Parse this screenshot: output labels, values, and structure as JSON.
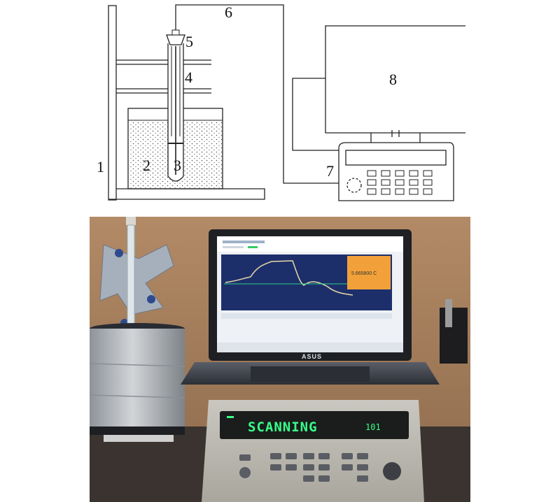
{
  "schematic": {
    "labels": {
      "l1": "1",
      "l2": "2",
      "l3": "3",
      "l4": "4",
      "l5": "5",
      "l6": "6",
      "l7": "7",
      "l8": "8"
    }
  },
  "photo": {
    "multimeter_display": "SCANNING",
    "multimeter_channel": "101",
    "laptop_brand": "ASUS",
    "screen_value": "5.665800 C"
  },
  "colors": {
    "display_green": "#39ff88",
    "screen_panel_orange": "#f2a13a",
    "screen_plot_bg": "#1c2f6b"
  }
}
